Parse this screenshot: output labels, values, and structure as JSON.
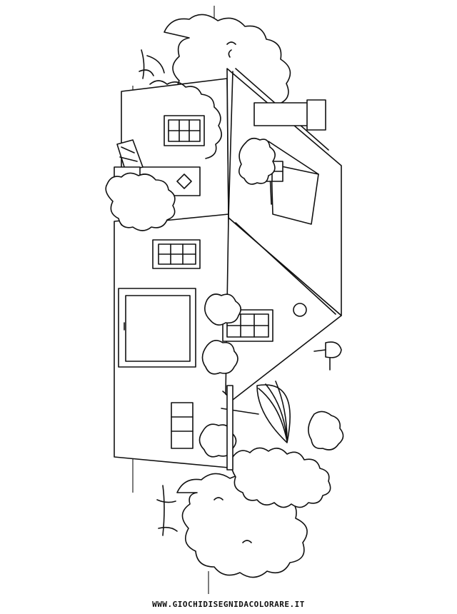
{
  "page": {
    "credit_text": "WWW.GIOCHIDISEGNIDACOLORARE.IT",
    "line_color": "#111111",
    "background_color": "#ffffff"
  },
  "artwork": {
    "subject": "house-coloring-page",
    "orientation": "rotated-90-degrees"
  }
}
